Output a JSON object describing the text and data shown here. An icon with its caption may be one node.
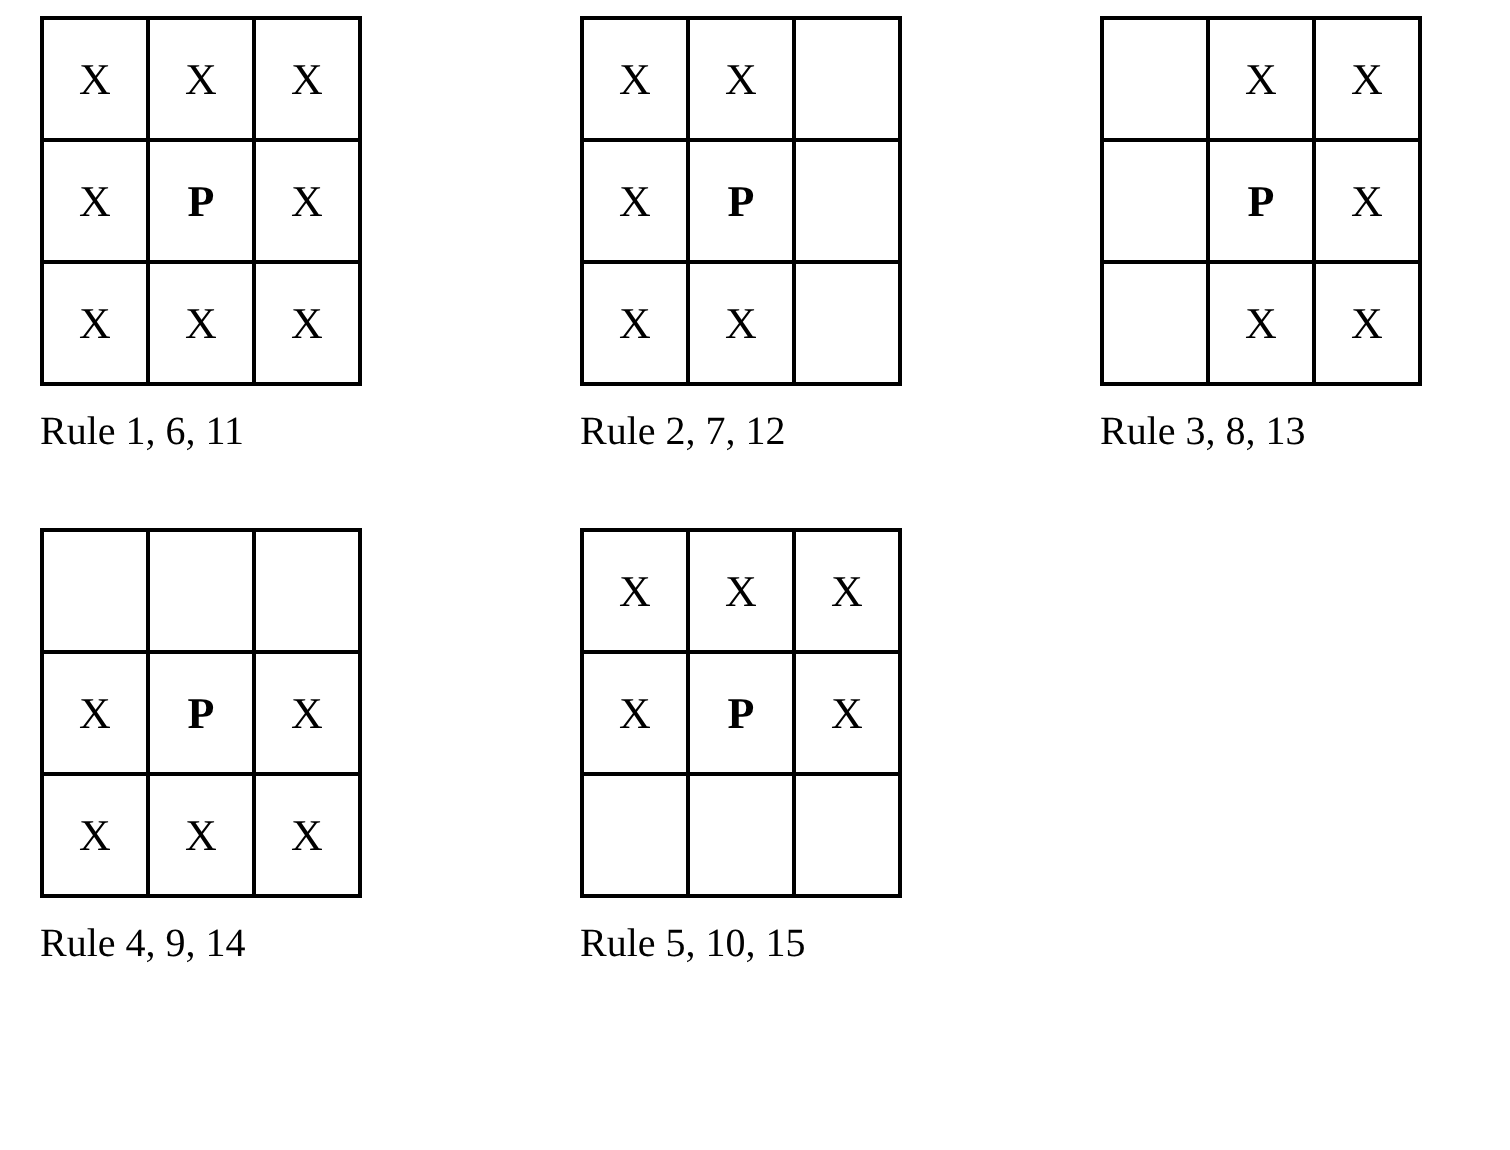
{
  "diagram": {
    "labels": [
      "X",
      "X",
      "X",
      "X",
      "P",
      "X",
      "X",
      "X",
      "X",
      "Rule 1, 6, 11",
      "X",
      "X",
      "X",
      "P",
      "X",
      "X",
      "Rule 2, 7, 12",
      "X",
      "X",
      "P",
      "X",
      "X",
      "X",
      "Rule 3, 8, 13",
      "X",
      "P",
      "X",
      "X",
      "X",
      "X",
      "Rule 4, 9, 14",
      "X",
      "X",
      "X",
      "X",
      "P",
      "X",
      "Rule 5, 10, 15"
    ]
  }
}
